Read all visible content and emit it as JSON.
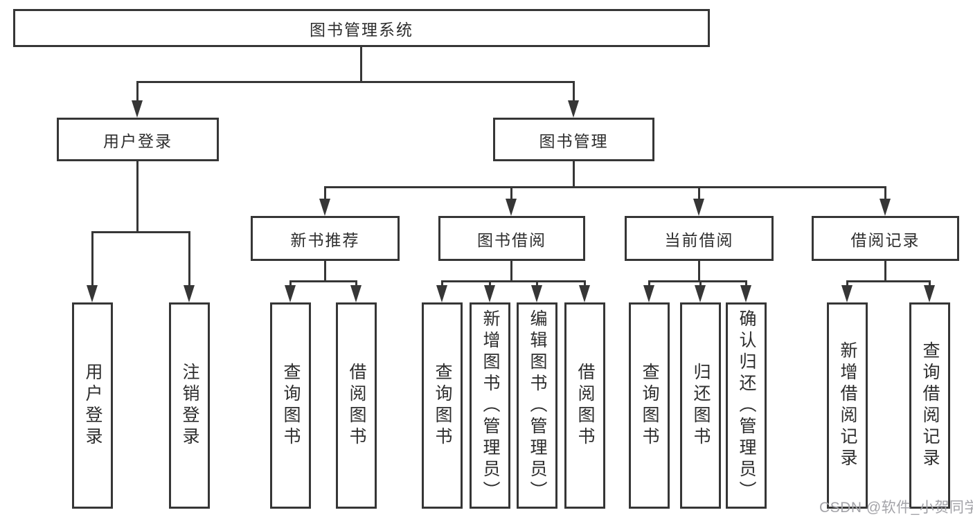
{
  "diagram": {
    "root": {
      "label": "图书管理系统"
    },
    "branches": [
      {
        "label": "用户登录",
        "children": [
          "用户登录",
          "注销登录"
        ]
      },
      {
        "label": "图书管理",
        "children": [
          {
            "label": "新书推荐",
            "children": [
              "查询图书",
              "借阅图书"
            ]
          },
          {
            "label": "图书借阅",
            "children": [
              "查询图书",
              "新增图书（管理员）",
              "编辑图书（管理员）",
              "借阅图书"
            ]
          },
          {
            "label": "当前借阅",
            "children": [
              "查询图书",
              "归还图书",
              "确认归还（管理员）"
            ]
          },
          {
            "label": "借阅记录",
            "children": [
              "新增借阅记录",
              "查询借阅记录"
            ]
          }
        ]
      }
    ]
  },
  "watermark": {
    "text": "CSDN @软件_小贺同学"
  },
  "colors": {
    "line": "#363636",
    "box_border": "#363636",
    "text": "#2d2d2d",
    "watermark": "#a3a3a8",
    "background": "#ffffff"
  }
}
